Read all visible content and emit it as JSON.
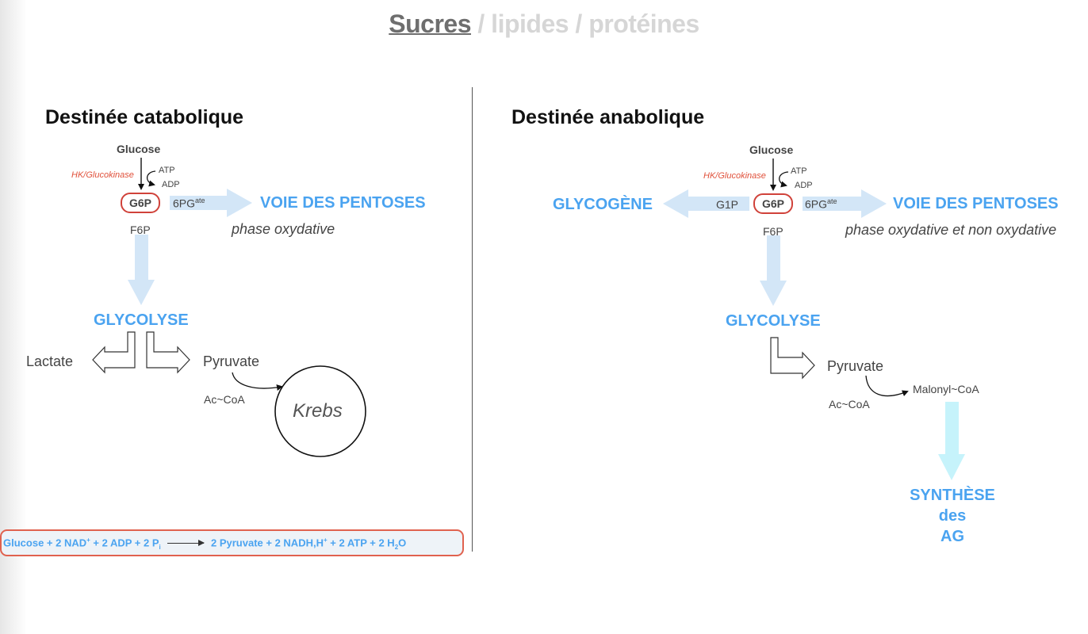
{
  "title": {
    "active": "Sucres",
    "rest": " / lipides / protéines"
  },
  "left": {
    "heading": "Destinée catabolique",
    "glucose": "Glucose",
    "enzyme": "HK/Glucokinase",
    "atp": "ATP",
    "adp": "ADP",
    "g6p": "G6P",
    "pg": "6PG",
    "pg_sup": "ate",
    "pentoses": "VOIE DES PENTOSES",
    "phase": "phase oxydative",
    "f6p": "F6P",
    "glycolyse": "GLYCOLYSE",
    "lactate": "Lactate",
    "pyruvate": "Pyruvate",
    "accoa": "Ac~CoA",
    "krebs": "Krebs"
  },
  "right": {
    "heading": "Destinée anabolique",
    "glucose": "Glucose",
    "enzyme": "HK/Glucokinase",
    "atp": "ATP",
    "adp": "ADP",
    "g6p": "G6P",
    "g1p": "G1P",
    "pg": "6PG",
    "pg_sup": "ate",
    "glycogene": "GLYCOGÈNE",
    "pentoses": "VOIE DES PENTOSES",
    "phase": "phase oxydative et non oxydative",
    "f6p": "F6P",
    "glycolyse": "GLYCOLYSE",
    "pyruvate": "Pyruvate",
    "accoa": "Ac~CoA",
    "malonyl": "Malonyl~CoA",
    "synth1": "SYNTHÈSE",
    "synth2": "des",
    "synth3": "AG"
  },
  "equation": {
    "left": "Glucose + 2 NAD",
    "sup1": "+",
    "mid1": " + 2 ADP + 2 P",
    "sub1": "i",
    "right1": "2 Pyruvate + 2 NADH,H",
    "sup2": "+",
    "right2": " + 2 ATP + 2 H",
    "sub2": "2",
    "right3": "O"
  },
  "colors": {
    "accent_blue": "#4aa3f0",
    "arrow_blue": "#d3e6f7",
    "arrow_cyan": "#c6f3fb",
    "highlight_red": "#d0423a"
  }
}
